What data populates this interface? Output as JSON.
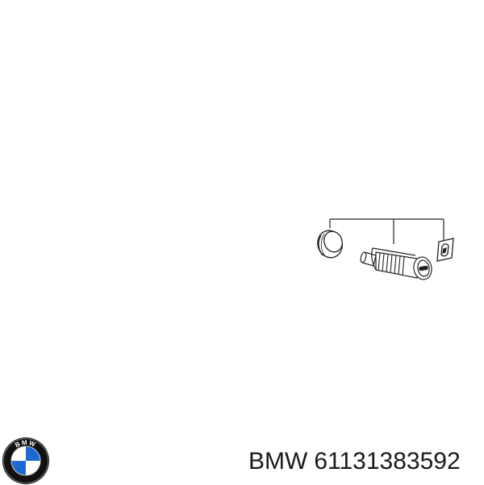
{
  "brand": {
    "name": "BMW",
    "logo_text": "BMW",
    "logo_colors": {
      "ring": "#111111",
      "blue": "#1c69d4",
      "white": "#ffffff"
    }
  },
  "part_number": "61131383592",
  "diagram": {
    "line_color": "#222222",
    "parts": [
      "cover-ring",
      "lock-cylinder",
      "retaining-clip"
    ]
  }
}
